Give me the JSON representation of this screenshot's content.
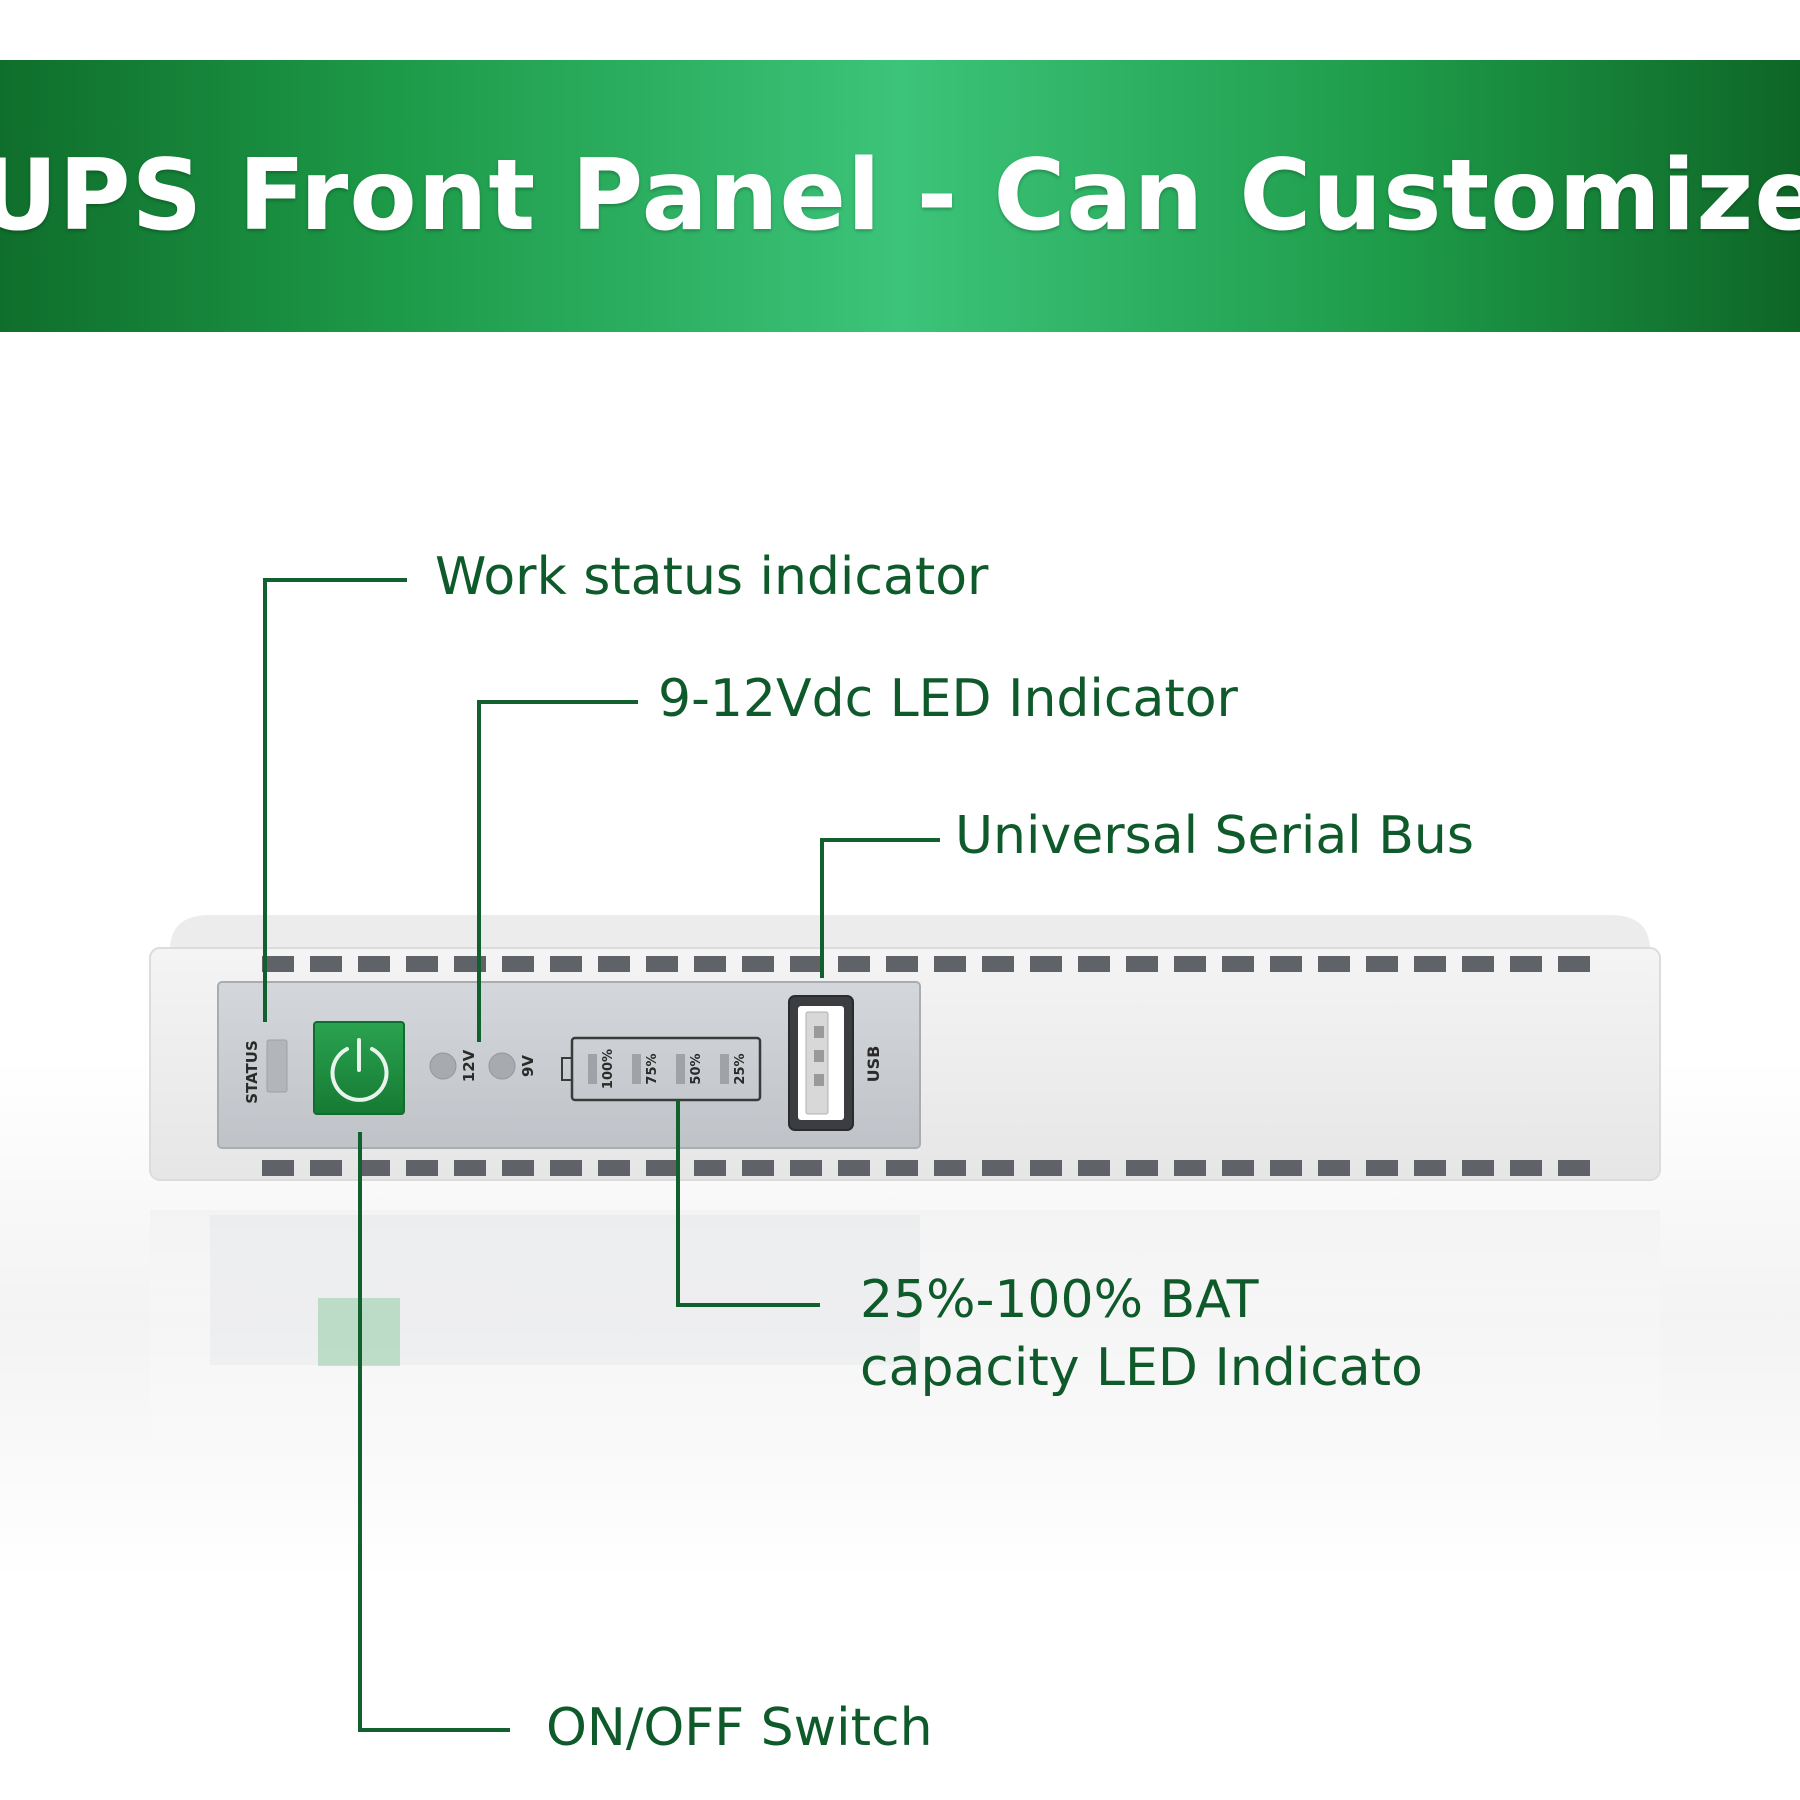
{
  "header": {
    "title": "UPS Front Panel - Can Customize"
  },
  "panel": {
    "status_label": "STATUS",
    "led_12v_label": "12V",
    "led_9v_label": "9V",
    "bat_levels": [
      "100%",
      "75%",
      "50%",
      "25%"
    ],
    "usb_label": "USB"
  },
  "callouts": {
    "work_status": "Work status indicator",
    "voltage_led": "9-12Vdc LED Indicator",
    "usb": "Universal Serial Bus",
    "battery_line1": "25%-100% BAT",
    "battery_line2": "capacity LED Indicato",
    "power_switch": "ON/OFF Switch"
  },
  "colors": {
    "brand_green": "#1d9a48",
    "callout_green": "#0f5a2a",
    "button_green": "#1e8e3e",
    "panel_grey": "#c9cdd2"
  },
  "icons": {
    "power_button": "power-icon"
  }
}
